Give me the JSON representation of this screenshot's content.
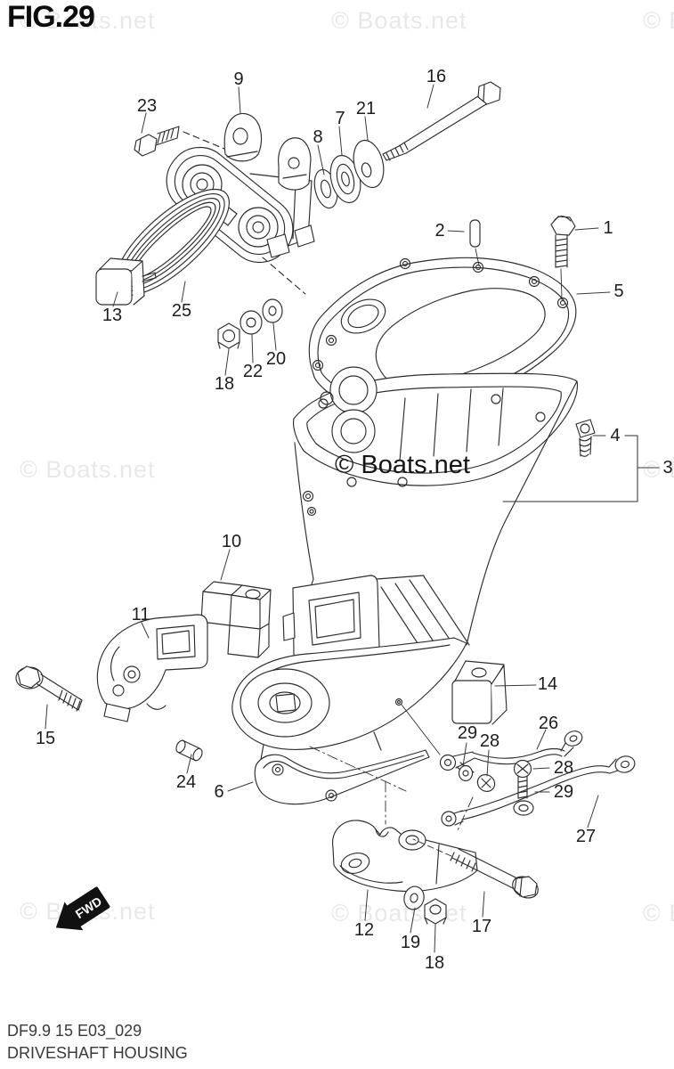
{
  "figure": {
    "id": "FIG.29",
    "model_code": "DF9.9 15 E03_029",
    "part_name": "DRIVESHAFT HOUSING"
  },
  "watermark": {
    "text": "© Boats.net",
    "light_color": "#e6e8ea",
    "dark_color": "#161616"
  },
  "diagram": {
    "ink_color": "#2d2d2d",
    "type": "exploded-parts-diagram"
  },
  "direction_arrow": {
    "label": "FWD"
  },
  "callouts": [
    {
      "part": "23"
    },
    {
      "part": "9"
    },
    {
      "part": "16"
    },
    {
      "part": "8"
    },
    {
      "part": "7"
    },
    {
      "part": "21"
    },
    {
      "part": "2"
    },
    {
      "part": "1"
    },
    {
      "part": "5"
    },
    {
      "part": "13"
    },
    {
      "part": "25"
    },
    {
      "part": "18"
    },
    {
      "part": "22"
    },
    {
      "part": "20"
    },
    {
      "part": "4"
    },
    {
      "part": "3"
    },
    {
      "part": "10"
    },
    {
      "part": "11"
    },
    {
      "part": "15"
    },
    {
      "part": "24"
    },
    {
      "part": "6"
    },
    {
      "part": "14"
    },
    {
      "part": "29"
    },
    {
      "part": "28"
    },
    {
      "part": "26"
    },
    {
      "part": "28"
    },
    {
      "part": "29"
    },
    {
      "part": "27"
    },
    {
      "part": "12"
    },
    {
      "part": "19"
    },
    {
      "part": "18"
    },
    {
      "part": "17"
    }
  ]
}
